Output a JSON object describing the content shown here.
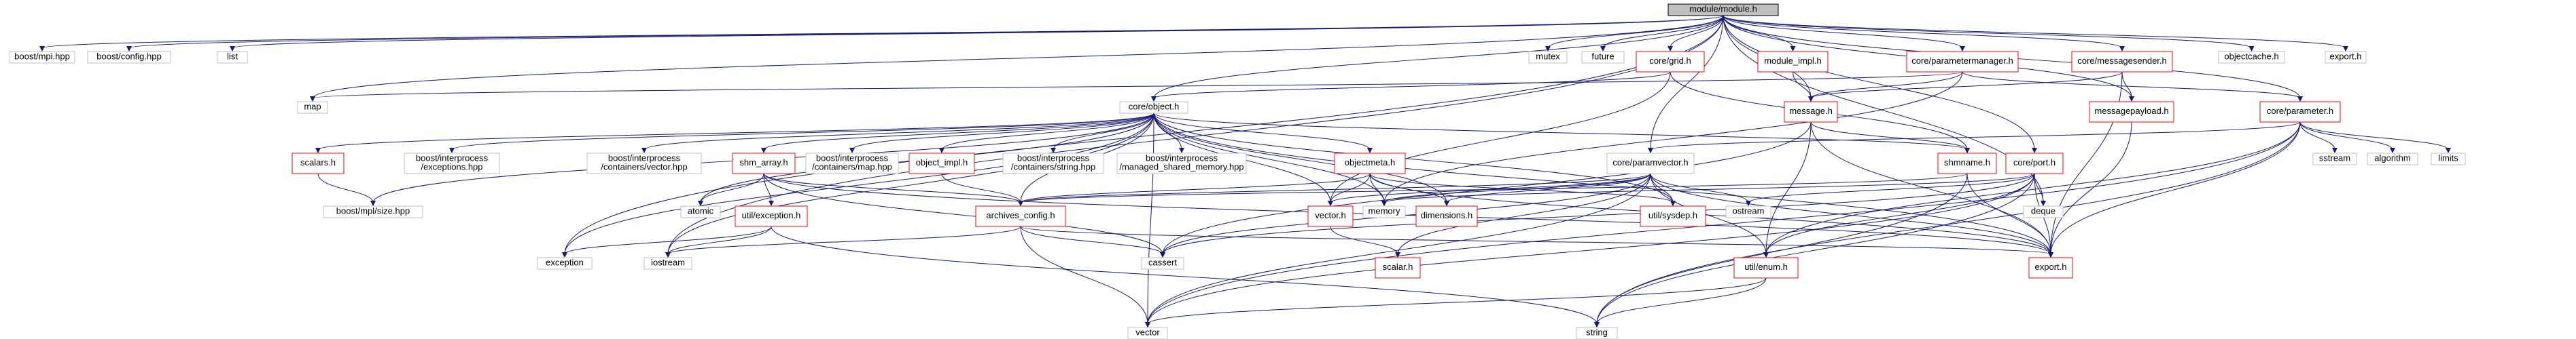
{
  "diagram": {
    "title": "module/module.h",
    "legend": {
      "root_fill": "#bfbfbf",
      "documented_stroke": "#ff0000",
      "external_stroke": "#bfbfbf",
      "edge_color": "#191970"
    },
    "nodes": [
      {
        "id": "module_h",
        "label": "module/module.h",
        "kind": "root"
      },
      {
        "id": "boost_mpi",
        "label": "boost/mpi.hpp",
        "kind": "external"
      },
      {
        "id": "boost_config",
        "label": "boost/config.hpp",
        "kind": "external"
      },
      {
        "id": "list",
        "label": "list",
        "kind": "external"
      },
      {
        "id": "mutex",
        "label": "mutex",
        "kind": "external"
      },
      {
        "id": "future",
        "label": "future",
        "kind": "external"
      },
      {
        "id": "core_grid",
        "label": "core/grid.h",
        "kind": "documented"
      },
      {
        "id": "module_impl",
        "label": "module_impl.h",
        "kind": "documented"
      },
      {
        "id": "core_parametermanager",
        "label": "core/parametermanager.h",
        "kind": "documented"
      },
      {
        "id": "core_messagesender",
        "label": "core/messagesender.h",
        "kind": "documented"
      },
      {
        "id": "objectcache",
        "label": "objectcache.h",
        "kind": "external"
      },
      {
        "id": "export_top",
        "label": "export.h",
        "kind": "external"
      },
      {
        "id": "map",
        "label": "map",
        "kind": "external"
      },
      {
        "id": "core_object",
        "label": "core/object.h",
        "kind": "external"
      },
      {
        "id": "message_h",
        "label": "message.h",
        "kind": "documented"
      },
      {
        "id": "messagepayload",
        "label": "messagepayload.h",
        "kind": "documented"
      },
      {
        "id": "core_parameter",
        "label": "core/parameter.h",
        "kind": "documented"
      },
      {
        "id": "scalars",
        "label": "scalars.h",
        "kind": "documented"
      },
      {
        "id": "bi_exceptions",
        "label": "boost/interprocess\n/exceptions.hpp",
        "kind": "external"
      },
      {
        "id": "bi_vector",
        "label": "boost/interprocess\n/containers/vector.hpp",
        "kind": "external"
      },
      {
        "id": "shm_array",
        "label": "shm_array.h",
        "kind": "documented"
      },
      {
        "id": "bi_map",
        "label": "boost/interprocess\n/containers/map.hpp",
        "kind": "external"
      },
      {
        "id": "object_impl",
        "label": "object_impl.h",
        "kind": "documented"
      },
      {
        "id": "bi_string",
        "label": "boost/interprocess\n/containers/string.hpp",
        "kind": "external"
      },
      {
        "id": "bi_msm",
        "label": "boost/interprocess\n/managed_shared_memory.hpp",
        "kind": "external"
      },
      {
        "id": "objectmeta",
        "label": "objectmeta.h",
        "kind": "documented"
      },
      {
        "id": "core_paramvector",
        "label": "core/paramvector.h",
        "kind": "external"
      },
      {
        "id": "shmname",
        "label": "shmname.h",
        "kind": "documented"
      },
      {
        "id": "core_port",
        "label": "core/port.h",
        "kind": "documented"
      },
      {
        "id": "sstream",
        "label": "sstream",
        "kind": "external"
      },
      {
        "id": "algorithm",
        "label": "algorithm",
        "kind": "external"
      },
      {
        "id": "limits",
        "label": "limits",
        "kind": "external"
      },
      {
        "id": "boost_mpl_size",
        "label": "boost/mpl/size.hpp",
        "kind": "external"
      },
      {
        "id": "atomic",
        "label": "atomic",
        "kind": "external"
      },
      {
        "id": "util_exception",
        "label": "util/exception.h",
        "kind": "documented"
      },
      {
        "id": "archives_config",
        "label": "archives_config.h",
        "kind": "documented"
      },
      {
        "id": "vector_h",
        "label": "vector.h",
        "kind": "documented"
      },
      {
        "id": "memory",
        "label": "memory",
        "kind": "external"
      },
      {
        "id": "dimensions",
        "label": "dimensions.h",
        "kind": "documented"
      },
      {
        "id": "util_sysdep",
        "label": "util/sysdep.h",
        "kind": "documented"
      },
      {
        "id": "ostream",
        "label": "ostream",
        "kind": "external"
      },
      {
        "id": "deque",
        "label": "deque",
        "kind": "external"
      },
      {
        "id": "exception",
        "label": "exception",
        "kind": "external"
      },
      {
        "id": "iostream",
        "label": "iostream",
        "kind": "external"
      },
      {
        "id": "cassert",
        "label": "cassert",
        "kind": "external"
      },
      {
        "id": "scalar",
        "label": "scalar.h",
        "kind": "documented"
      },
      {
        "id": "util_enum",
        "label": "util/enum.h",
        "kind": "documented"
      },
      {
        "id": "export_bottom",
        "label": "export.h",
        "kind": "documented"
      },
      {
        "id": "vector",
        "label": "vector",
        "kind": "external"
      },
      {
        "id": "string",
        "label": "string",
        "kind": "external"
      }
    ],
    "edges": [
      [
        "module_h",
        "boost_mpi"
      ],
      [
        "module_h",
        "boost_config"
      ],
      [
        "module_h",
        "list"
      ],
      [
        "module_h",
        "mutex"
      ],
      [
        "module_h",
        "future"
      ],
      [
        "module_h",
        "core_grid"
      ],
      [
        "module_h",
        "module_impl"
      ],
      [
        "module_h",
        "core_parametermanager"
      ],
      [
        "module_h",
        "core_messagesender"
      ],
      [
        "module_h",
        "objectcache"
      ],
      [
        "module_h",
        "export_top"
      ],
      [
        "module_h",
        "core_object"
      ],
      [
        "module_h",
        "message_h"
      ],
      [
        "module_h",
        "messagepayload"
      ],
      [
        "module_h",
        "core_parameter"
      ],
      [
        "module_h",
        "core_paramvector"
      ],
      [
        "module_h",
        "core_port"
      ],
      [
        "module_h",
        "iostream"
      ],
      [
        "module_h",
        "deque"
      ],
      [
        "module_h",
        "map"
      ],
      [
        "module_h",
        "exception"
      ],
      [
        "core_grid",
        "core_object"
      ],
      [
        "core_grid",
        "vector_h"
      ],
      [
        "core_grid",
        "shmname"
      ],
      [
        "module_impl",
        "message_h"
      ],
      [
        "core_parametermanager",
        "map"
      ],
      [
        "core_parametermanager",
        "core_parameter"
      ],
      [
        "core_parametermanager",
        "message_h"
      ],
      [
        "core_parametermanager",
        "memory"
      ],
      [
        "core_messagesender",
        "message_h"
      ],
      [
        "core_messagesender",
        "messagepayload"
      ],
      [
        "core_messagesender",
        "export_bottom"
      ],
      [
        "core_object",
        "scalars"
      ],
      [
        "core_object",
        "bi_exceptions"
      ],
      [
        "core_object",
        "bi_vector"
      ],
      [
        "core_object",
        "shm_array"
      ],
      [
        "core_object",
        "bi_map"
      ],
      [
        "core_object",
        "object_impl"
      ],
      [
        "core_object",
        "bi_string"
      ],
      [
        "core_object",
        "bi_msm"
      ],
      [
        "core_object",
        "objectmeta"
      ],
      [
        "core_object",
        "shmname"
      ],
      [
        "core_object",
        "atomic"
      ],
      [
        "core_object",
        "archives_config"
      ],
      [
        "core_object",
        "memory"
      ],
      [
        "core_object",
        "vector"
      ],
      [
        "core_object",
        "iostream"
      ],
      [
        "core_object",
        "boost_mpl_size"
      ],
      [
        "core_object",
        "export_bottom"
      ],
      [
        "core_object",
        "util_sysdep"
      ],
      [
        "core_object",
        "dimensions"
      ],
      [
        "core_object",
        "vector_h"
      ],
      [
        "core_object",
        "exception"
      ],
      [
        "message_h",
        "shmname"
      ],
      [
        "message_h",
        "util_enum"
      ],
      [
        "message_h",
        "cassert"
      ],
      [
        "message_h",
        "export_bottom"
      ],
      [
        "messagepayload",
        "export_bottom"
      ],
      [
        "core_parameter",
        "core_paramvector"
      ],
      [
        "core_parameter",
        "sstream"
      ],
      [
        "core_parameter",
        "algorithm"
      ],
      [
        "core_parameter",
        "limits"
      ],
      [
        "core_parameter",
        "util_enum"
      ],
      [
        "core_parameter",
        "export_bottom"
      ],
      [
        "core_parameter",
        "string"
      ],
      [
        "core_parameter",
        "vector"
      ],
      [
        "scalars",
        "boost_mpl_size"
      ],
      [
        "shm_array",
        "util_exception"
      ],
      [
        "shm_array",
        "archives_config"
      ],
      [
        "shm_array",
        "atomic"
      ],
      [
        "shm_array",
        "export_bottom"
      ],
      [
        "shm_array",
        "cassert"
      ],
      [
        "object_impl",
        "archives_config"
      ],
      [
        "objectmeta",
        "archives_config"
      ],
      [
        "objectmeta",
        "vector_h"
      ],
      [
        "objectmeta",
        "memory"
      ],
      [
        "objectmeta",
        "dimensions"
      ],
      [
        "objectmeta",
        "export_bottom"
      ],
      [
        "objectmeta",
        "util_sysdep"
      ],
      [
        "core_paramvector",
        "archives_config"
      ],
      [
        "core_paramvector",
        "vector_h"
      ],
      [
        "core_paramvector",
        "dimensions"
      ],
      [
        "core_paramvector",
        "util_sysdep"
      ],
      [
        "core_paramvector",
        "ostream"
      ],
      [
        "core_paramvector",
        "cassert"
      ],
      [
        "core_paramvector",
        "scalar"
      ],
      [
        "core_paramvector",
        "util_enum"
      ],
      [
        "core_paramvector",
        "export_bottom"
      ],
      [
        "core_paramvector",
        "vector"
      ],
      [
        "core_paramvector",
        "memory"
      ],
      [
        "shmname",
        "export_bottom"
      ],
      [
        "shmname",
        "string"
      ],
      [
        "shmname",
        "archives_config"
      ],
      [
        "core_port",
        "deque"
      ],
      [
        "core_port",
        "ostream"
      ],
      [
        "core_port",
        "util_enum"
      ],
      [
        "core_port",
        "export_bottom"
      ],
      [
        "core_port",
        "string"
      ],
      [
        "core_port",
        "vector"
      ],
      [
        "core_port",
        "cassert"
      ],
      [
        "core_port",
        "memory"
      ],
      [
        "util_exception",
        "exception"
      ],
      [
        "util_exception",
        "string"
      ],
      [
        "util_exception",
        "iostream"
      ],
      [
        "archives_config",
        "cassert"
      ],
      [
        "archives_config",
        "vector"
      ],
      [
        "archives_config",
        "export_bottom"
      ],
      [
        "archives_config",
        "iostream"
      ],
      [
        "vector_h",
        "scalar"
      ],
      [
        "util_enum",
        "string"
      ],
      [
        "util_enum",
        "vector"
      ]
    ]
  }
}
